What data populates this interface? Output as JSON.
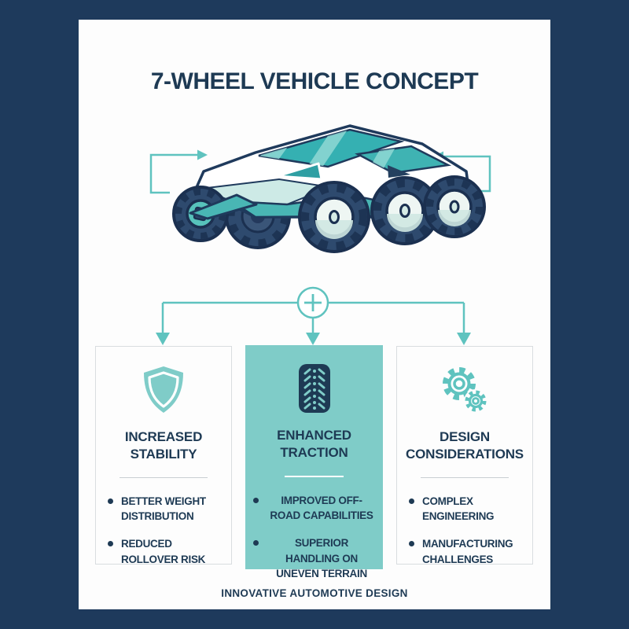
{
  "title": "7-WHEEL VEHICLE CONCEPT",
  "footer": "INNOVATIVE AUTOMOTIVE DESIGN",
  "colors": {
    "background_navy": "#1e3a5c",
    "panel_white": "#fdfdfd",
    "accent_teal": "#5fc3bf",
    "highlight_card_teal": "#7fccc8",
    "text_navy": "#1e3a54",
    "tire_navy": "#2e4a6e"
  },
  "connector": {
    "plus_symbol": "+"
  },
  "cards": [
    {
      "icon": "shield-icon",
      "title": "INCREASED STABILITY",
      "bullets": [
        "BETTER WEIGHT DISTRIBUTION",
        "REDUCED ROLLOVER RISK"
      ],
      "highlighted": false
    },
    {
      "icon": "tire-tread-icon",
      "title": "ENHANCED TRACTION",
      "bullets": [
        "IMPROVED OFF-ROAD CAPABILITIES",
        "SUPERIOR HANDLING ON UNEVEN TERRAIN"
      ],
      "highlighted": true
    },
    {
      "icon": "gears-icon",
      "title": "DESIGN CONSIDERATIONS",
      "bullets": [
        "COMPLEX ENGINEERING",
        "MANUFACTURING CHALLENGES"
      ],
      "highlighted": false
    }
  ]
}
